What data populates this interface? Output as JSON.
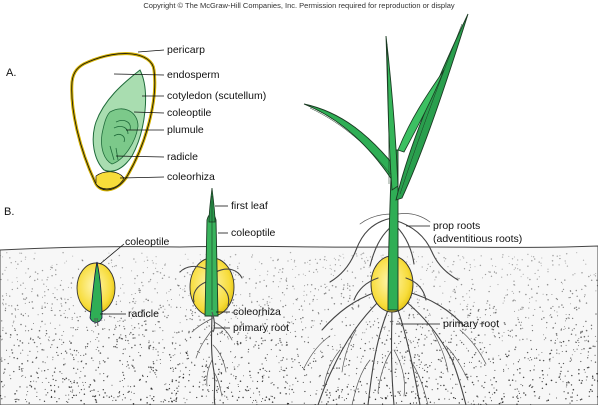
{
  "copyright": "Copyright © The McGraw-Hill Companies, Inc. Permission required for reproduction or display",
  "panels": {
    "a": "A.",
    "b": "B."
  },
  "labels": {
    "pericarp": "pericarp",
    "endosperm": "endosperm",
    "cotyledon": "cotyledon (scutellum)",
    "coleoptile_a": "coleoptile",
    "plumule": "plumule",
    "radicle_a": "radicle",
    "coleorhiza_a": "coleorhiza",
    "coleoptile_b1": "coleoptile",
    "radicle_b1": "radicle",
    "first_leaf": "first leaf",
    "coleoptile_b2": "coleoptile",
    "coleorhiza_b2": "coleorhiza",
    "primary_root_b2": "primary root",
    "prop_roots": "prop roots",
    "adventitious_roots": "(adventitious roots)",
    "primary_root_b3": "primary root"
  },
  "colors": {
    "seed_yellow": "#f7dc3a",
    "embryo_green": "#9fd9a8",
    "leaf_green": "#2fae55",
    "soil_dots": "#222222"
  }
}
